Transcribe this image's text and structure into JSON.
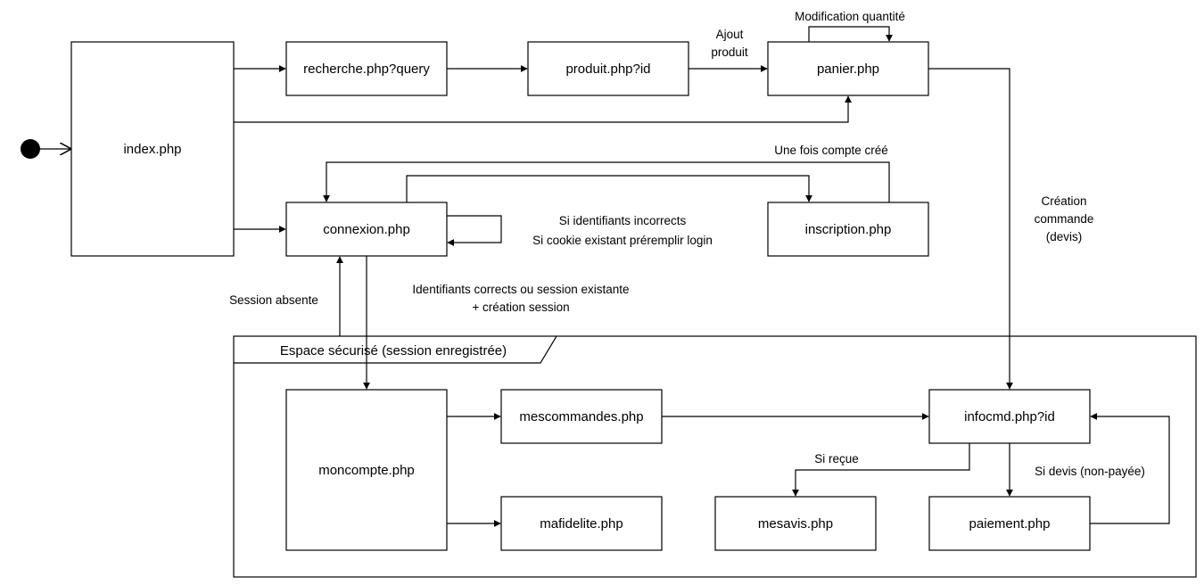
{
  "diagram": {
    "frame_label": "Espace sécurisé (session enregistrée)",
    "nodes": {
      "index": "index.php",
      "recherche": "recherche.php?query",
      "produit": "produit.php?id",
      "panier": "panier.php",
      "connexion": "connexion.php",
      "inscription": "inscription.php",
      "moncompte": "moncompte.php",
      "mescommandes": "mescommandes.php",
      "mafidelite": "mafidelite.php",
      "infocmd": "infocmd.php?id",
      "mesavis": "mesavis.php",
      "paiement": "paiement.php"
    },
    "edge_labels": {
      "ajout_1": "Ajout",
      "ajout_2": "produit",
      "modification_quantite": "Modification quantité",
      "compte_cree": "Une fois compte créé",
      "identifiants_incorrects": "Si identifiants incorrects",
      "cookie_existant": "Si cookie existant préremplir login",
      "session_absente": "Session absente",
      "identifiants_corrects_1": "Identifiants corrects ou session existante",
      "identifiants_corrects_2": "+ création session",
      "creation_commande_1": "Création",
      "creation_commande_2": "commande",
      "creation_commande_3": "(devis)",
      "si_recue": "Si reçue",
      "si_devis": "Si devis (non-payée)"
    }
  }
}
